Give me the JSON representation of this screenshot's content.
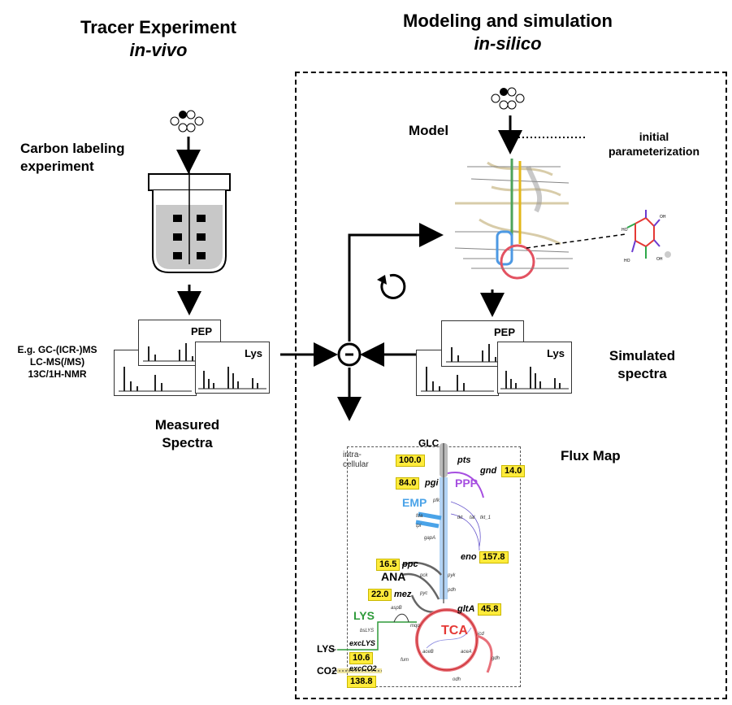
{
  "left": {
    "title_line1": "Tracer Experiment",
    "title_line2": "in-vivo",
    "cle_line1": "Carbon labeling",
    "cle_line2": "experiment",
    "methods": [
      "E.g. GC-(ICR-)MS",
      "LC-MS(/MS)",
      "13C/1H-NMR"
    ],
    "measured_line1": "Measured",
    "measured_line2": "Spectra",
    "spectra_labels": [
      "PEP",
      "Lys"
    ]
  },
  "right": {
    "title_line1": "Modeling and simulation",
    "title_line2": "in-silico",
    "model_label": "Model",
    "param_line1": "initial",
    "param_line2": "parameterization",
    "simulated_line1": "Simulated",
    "simulated_line2": "spectra",
    "spectra_labels": [
      "PEP",
      "Lys"
    ],
    "flux_map_title": "Flux Map"
  },
  "flux_map": {
    "intracellular_line1": "intra-",
    "intracellular_line2": "cellular",
    "metabolites": {
      "glc": "GLC",
      "lys": "LYS",
      "co2": "CO2"
    },
    "modules": {
      "ppp": "PPP",
      "emp": "EMP",
      "ana": "ANA",
      "lys": "LYS",
      "tca": "TCA"
    },
    "fluxes": [
      {
        "name": "pts",
        "value": "100.0"
      },
      {
        "name": "gnd",
        "value": "14.0"
      },
      {
        "name": "pgi",
        "value": "84.0"
      },
      {
        "name": "eno",
        "value": "157.8"
      },
      {
        "name": "ppc",
        "value": "16.5"
      },
      {
        "name": "mez",
        "value": "22.0"
      },
      {
        "name": "gltA",
        "value": "45.8"
      },
      {
        "name": "excLYS",
        "value": "10.6"
      },
      {
        "name": "excCO2",
        "value": "138.8"
      }
    ],
    "minor_labels": [
      "pfk",
      "fda",
      "tpi",
      "gapA",
      "tkt",
      "tal",
      "tkt_1",
      "pck",
      "pyk",
      "pdh",
      "pyc",
      "aspB",
      "bsLYS",
      "mqo",
      "icd",
      "aceB",
      "aceA",
      "fum",
      "gdh",
      "odh"
    ]
  },
  "colors": {
    "ppp": "#a64ee0",
    "emp": "#4aa3e8",
    "tca": "#e53935",
    "lys": "#2e9a3a",
    "highlight": "#ffeb3b"
  }
}
